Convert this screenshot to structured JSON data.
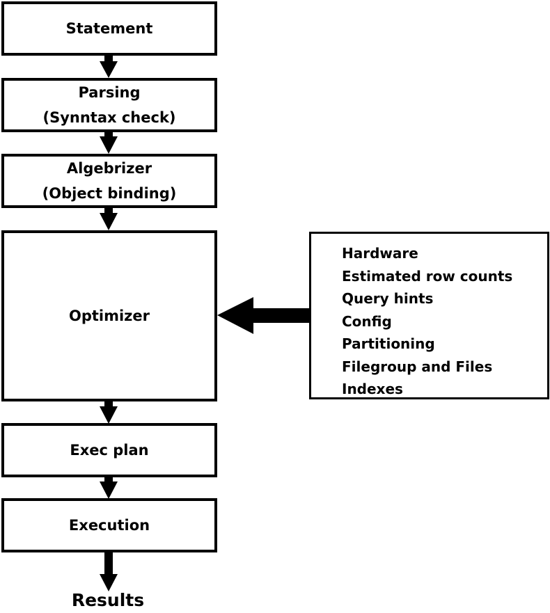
{
  "diagram": {
    "title": "",
    "steps": [
      {
        "id": "statement",
        "lines": [
          "Statement"
        ]
      },
      {
        "id": "parsing",
        "lines": [
          "Parsing",
          "(Synntax check)"
        ]
      },
      {
        "id": "algebrizer",
        "lines": [
          "Algebrizer",
          "(Object binding)"
        ]
      },
      {
        "id": "optimizer",
        "lines": [
          "Optimizer"
        ]
      },
      {
        "id": "exec-plan",
        "lines": [
          "Exec plan"
        ]
      },
      {
        "id": "execution",
        "lines": [
          "Execution"
        ]
      }
    ],
    "output_label": "Results",
    "optimizer_inputs": {
      "items": [
        "Hardware",
        "Estimated row counts",
        "Query hints",
        "Config",
        "Partitioning",
        "Filegroup and Files",
        "Indexes"
      ],
      "arrow_target": "optimizer"
    },
    "colors": {
      "stroke": "#000000",
      "fill": "#ffffff"
    }
  }
}
